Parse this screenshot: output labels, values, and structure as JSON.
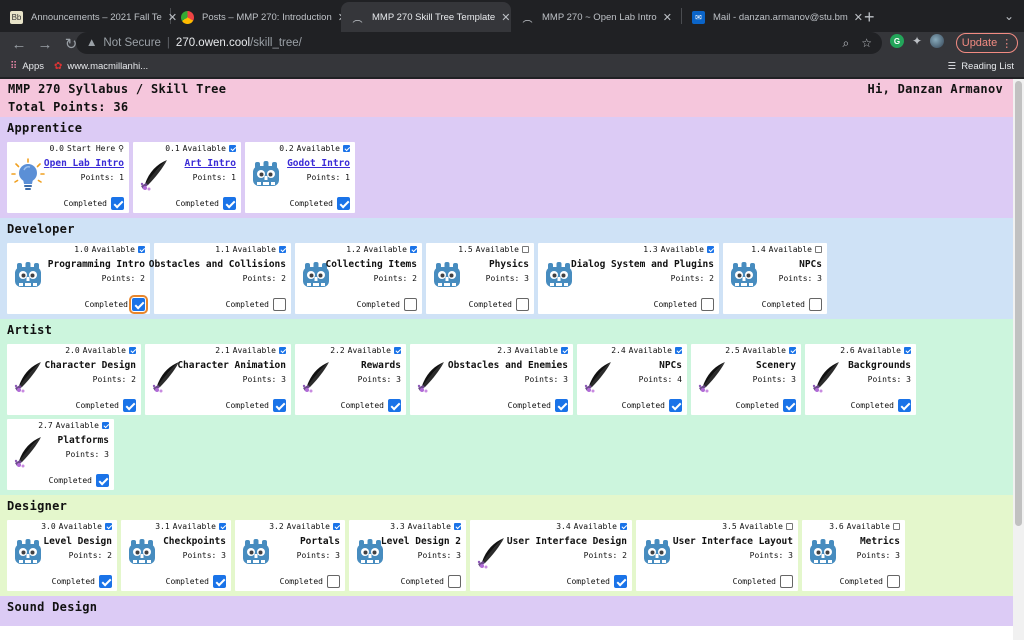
{
  "browser": {
    "tabs": [
      {
        "title": "Announcements – 2021 Fall Te",
        "active": false
      },
      {
        "title": "Posts – MMP 270: Introduction",
        "active": false
      },
      {
        "title": "MMP 270 Skill Tree Template",
        "active": true
      },
      {
        "title": "MMP 270 ~ Open Lab Intro",
        "active": false
      },
      {
        "title": "Mail - danzan.armanov@stu.bm",
        "active": false
      }
    ],
    "new_tab": "+",
    "url_security": "Not Secure",
    "url_host": "270.owen.cool",
    "url_path": "/skill_tree/",
    "update_label": "Update",
    "bookmarks": [
      {
        "label": "Apps",
        "icon": "apps-grid-icon"
      },
      {
        "label": "www.macmillanhi...",
        "icon": "bookmark-favicon-icon"
      }
    ],
    "reading_list": "Reading List"
  },
  "header": {
    "title": "MMP 270 Syllabus / Skill Tree",
    "total": "Total Points: 36",
    "greeting": "Hi, Danzan Armanov"
  },
  "colors": {
    "header": "#f5c6dc",
    "apprentice": "#dccbf5",
    "developer": "#cfe2f6",
    "artist": "#ccf5dd",
    "designer": "#e4f7cc",
    "sound": "#dccbf5"
  },
  "sections": [
    {
      "title": "Apprentice",
      "skills": [
        {
          "num": "0.0",
          "status": "Start Here",
          "available": null,
          "name": "Open Lab Intro",
          "link": true,
          "points": "Points: 1",
          "completed": true,
          "icon": "lightbulb-icon"
        },
        {
          "num": "0.1",
          "status": "Available",
          "available": true,
          "name": "Art Intro",
          "link": true,
          "points": "Points: 1",
          "completed": true,
          "icon": "quill-icon"
        },
        {
          "num": "0.2",
          "status": "Available",
          "available": true,
          "name": "Godot Intro",
          "link": true,
          "points": "Points: 1",
          "completed": true,
          "icon": "godot-icon"
        }
      ]
    },
    {
      "title": "Developer",
      "skills": [
        {
          "num": "1.0",
          "status": "Available",
          "available": true,
          "name": "Programming Intro",
          "points": "Points: 2",
          "completed": true,
          "focus": true,
          "icon": "godot-icon"
        },
        {
          "num": "1.1",
          "status": "Available",
          "available": true,
          "name": "Obstacles and Collisions",
          "points": "Points: 2",
          "completed": false,
          "icon": ""
        },
        {
          "num": "1.2",
          "status": "Available",
          "available": true,
          "name": "Collecting Items",
          "points": "Points: 2",
          "completed": false,
          "icon": "godot-icon"
        },
        {
          "num": "1.5",
          "status": "Available",
          "available": false,
          "name": "Physics",
          "points": "Points: 3",
          "completed": false,
          "icon": "godot-icon"
        },
        {
          "num": "1.3",
          "status": "Available",
          "available": true,
          "name": "Dialog System and Plugins",
          "points": "Points: 2",
          "completed": false,
          "icon": "godot-icon"
        },
        {
          "num": "1.4",
          "status": "Available",
          "available": false,
          "name": "NPCs",
          "points": "Points: 3",
          "completed": false,
          "icon": "godot-icon"
        }
      ]
    },
    {
      "title": "Artist",
      "skills": [
        {
          "num": "2.0",
          "status": "Available",
          "available": true,
          "name": "Character Design",
          "points": "Points: 2",
          "completed": true,
          "icon": "quill-icon"
        },
        {
          "num": "2.1",
          "status": "Available",
          "available": true,
          "name": "Character Animation",
          "points": "Points: 3",
          "completed": true,
          "icon": "quill-icon"
        },
        {
          "num": "2.2",
          "status": "Available",
          "available": true,
          "name": "Rewards",
          "points": "Points: 3",
          "completed": true,
          "icon": "quill-icon"
        },
        {
          "num": "2.3",
          "status": "Available",
          "available": true,
          "name": "Obstacles and Enemies",
          "points": "Points: 3",
          "completed": true,
          "icon": "quill-icon"
        },
        {
          "num": "2.4",
          "status": "Available",
          "available": true,
          "name": "NPCs",
          "points": "Points: 4",
          "completed": true,
          "icon": "quill-icon"
        },
        {
          "num": "2.5",
          "status": "Available",
          "available": true,
          "name": "Scenery",
          "points": "Points: 3",
          "completed": true,
          "icon": "quill-icon"
        },
        {
          "num": "2.6",
          "status": "Available",
          "available": true,
          "name": "Backgrounds",
          "points": "Points: 3",
          "completed": true,
          "icon": "quill-icon"
        },
        {
          "num": "2.7",
          "status": "Available",
          "available": true,
          "name": "Platforms",
          "points": "Points: 3",
          "completed": true,
          "icon": "quill-icon"
        }
      ]
    },
    {
      "title": "Designer",
      "skills": [
        {
          "num": "3.0",
          "status": "Available",
          "available": true,
          "name": "Level Design",
          "points": "Points: 2",
          "completed": true,
          "icon": "godot-icon"
        },
        {
          "num": "3.1",
          "status": "Available",
          "available": true,
          "name": "Checkpoints",
          "points": "Points: 3",
          "completed": true,
          "icon": "godot-icon"
        },
        {
          "num": "3.2",
          "status": "Available",
          "available": true,
          "name": "Portals",
          "points": "Points: 3",
          "completed": false,
          "icon": "godot-icon"
        },
        {
          "num": "3.3",
          "status": "Available",
          "available": true,
          "name": "Level Design 2",
          "points": "Points: 3",
          "completed": false,
          "icon": "godot-icon"
        },
        {
          "num": "3.4",
          "status": "Available",
          "available": true,
          "name": "User Interface Design",
          "points": "Points: 2",
          "completed": true,
          "icon": "quill-icon"
        },
        {
          "num": "3.5",
          "status": "Available",
          "available": false,
          "name": "User Interface Layout",
          "points": "Points: 3",
          "completed": false,
          "icon": "godot-icon"
        },
        {
          "num": "3.6",
          "status": "Available",
          "available": false,
          "name": "Metrics",
          "points": "Points: 3",
          "completed": false,
          "icon": "godot-icon"
        }
      ]
    },
    {
      "title": "Sound Design",
      "skills": []
    }
  ],
  "labels": {
    "completed": "Completed"
  }
}
